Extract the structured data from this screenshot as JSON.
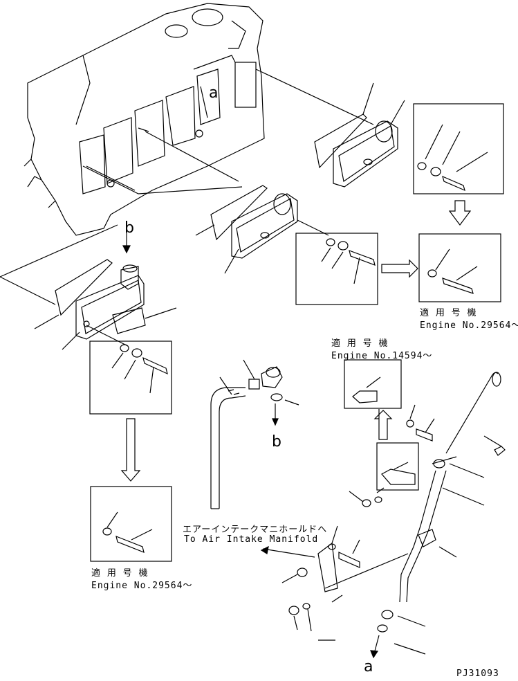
{
  "diagram": {
    "callouts": {
      "a_top": "a",
      "b_top": "b",
      "b_mid": "b",
      "a_bottom": "a"
    },
    "notes": {
      "right_jp": "適 用 号 機",
      "right_en": "Engine No.29564〜",
      "mid_jp": "適 用 号 機",
      "mid_en": "Engine No.14594〜",
      "left_jp": "適 用 号 機",
      "left_en": "Engine No.29564〜"
    },
    "air_intake": {
      "jp": "エアーインテークマニホールドへ",
      "en": "To Air Intake Manifold"
    },
    "part_code": "PJ31093"
  }
}
